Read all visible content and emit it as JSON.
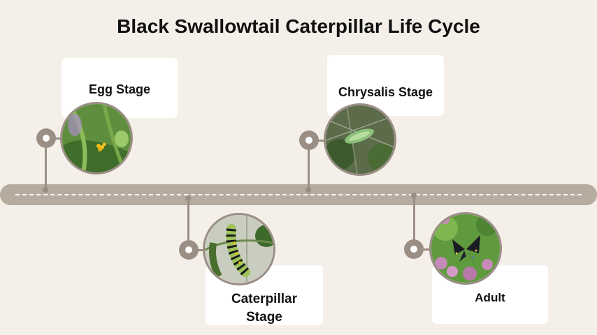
{
  "title": "Black Swallowtail Caterpillar Life Cycle",
  "stages": [
    {
      "label": "Egg Stage"
    },
    {
      "label": "Chrysalis Stage"
    },
    {
      "label": "Caterpillar\nStage"
    },
    {
      "label": "Adult"
    }
  ],
  "colors": {
    "background": "#f4efe8",
    "track": "#b6ab9f",
    "connector": "#9a8e85",
    "card": "#ffffff"
  }
}
